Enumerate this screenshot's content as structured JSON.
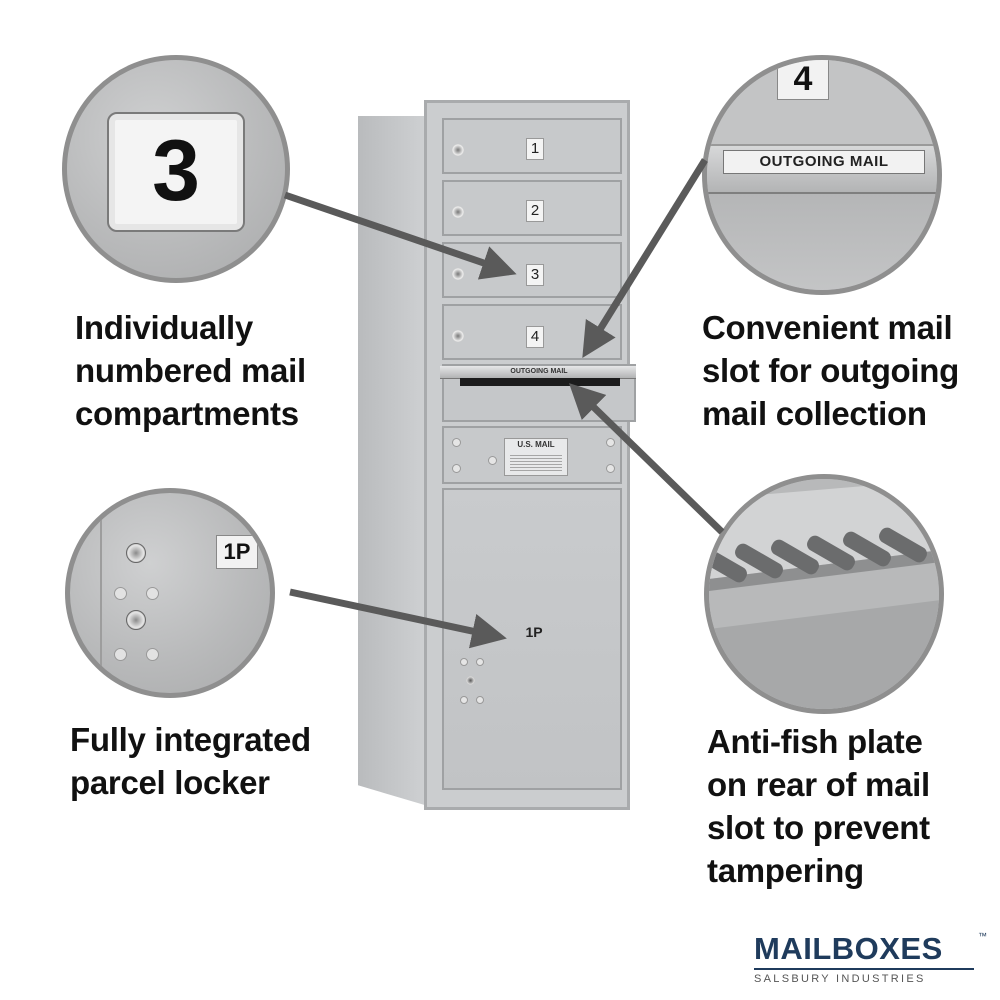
{
  "captions": {
    "numbered": "Individually\nnumbered mail\ncompartments",
    "slot": "Convenient mail\nslot for outgoing\nmail collection",
    "parcel": "Fully integrated\nparcel locker",
    "antifish": "Anti-fish plate\non rear of mail\nslot to prevent\ntampering"
  },
  "zoom": {
    "number_tag": "3",
    "outgoing_tag_number": "4",
    "outgoing_label": "OUTGOING MAIL",
    "parcel_tag": "1P"
  },
  "mailbox": {
    "doors": [
      "1",
      "2",
      "3",
      "4"
    ],
    "slot_label": "OUTGOING MAIL",
    "usmail_label": "U.S. MAIL",
    "parcel_label": "1P"
  },
  "brand": {
    "name": "MAILBOXES",
    "trademark": "™",
    "sub": "SALSBURY INDUSTRIES"
  },
  "colors": {
    "metal": "#c4c6c8",
    "arrow": "#5a5a5a",
    "brand_navy": "#1f3b5c"
  }
}
